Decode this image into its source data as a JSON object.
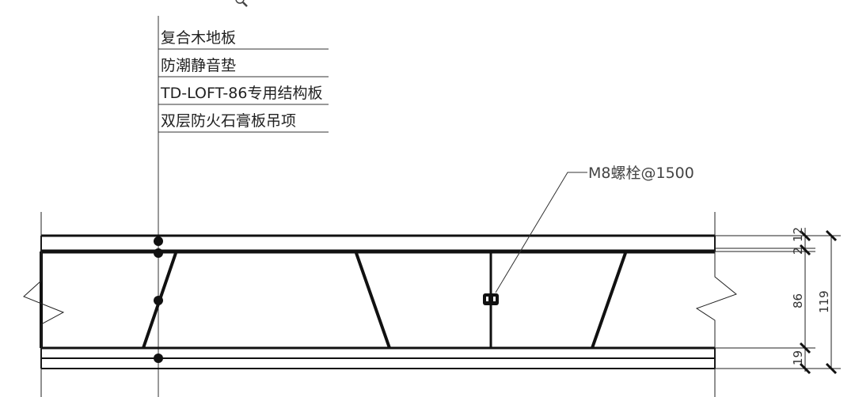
{
  "layer_callout": {
    "items": [
      {
        "label": "复合木地板"
      },
      {
        "label": "防潮静音垫"
      },
      {
        "label": "TD-LOFT-86专用结构板"
      },
      {
        "label": "双层防火石膏板吊项"
      }
    ]
  },
  "bolt_callout": {
    "label": "M8螺栓@1500"
  },
  "dimensions": {
    "top_layer": "12",
    "gap": "2",
    "core": "86",
    "bottom_layer": "19",
    "total": "119"
  },
  "icons": {
    "zoom": "magnifier-icon"
  },
  "colors": {
    "line": "#111111",
    "background": "#ffffff"
  }
}
